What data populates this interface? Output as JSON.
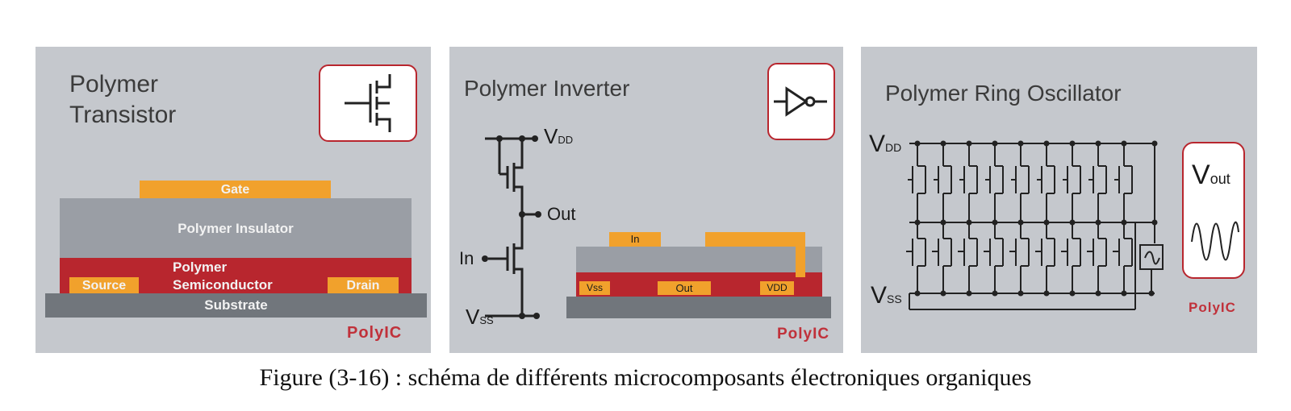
{
  "panels": [
    {
      "title_line1": "Polymer",
      "title_line2": "Transistor",
      "layers": {
        "gate": "Gate",
        "insulator": "Polymer Insulator",
        "semiconductor_line1": "Polymer",
        "semiconductor_line2": "Semiconductor",
        "source": "Source",
        "drain": "Drain",
        "substrate": "Substrate"
      },
      "logo": "PolyIC"
    },
    {
      "title": "Polymer Inverter",
      "labels": {
        "vdd_main": "V",
        "vdd_sub": "DD",
        "out": "Out",
        "in": "In",
        "vss_main": "V",
        "vss_sub": "SS"
      },
      "layout_labels": {
        "in": "In",
        "vss": "Vss",
        "out": "Out",
        "vdd": "VDD"
      },
      "logo": "PolyIC"
    },
    {
      "title": "Polymer Ring Oscillator",
      "labels": {
        "vdd_main": "V",
        "vdd_sub": "DD",
        "vss_main": "V",
        "vss_sub": "SS",
        "vout_main": "V",
        "vout_sub": "out"
      },
      "logo": "PolyIC"
    }
  ],
  "caption": "Figure (3-16) : schéma de différents microcomposants électroniques organiques",
  "colors": {
    "panel_bg": "#c5c8cd",
    "orange": "#f1a12c",
    "red": "#b8262e",
    "insulator": "#9a9ea5",
    "substrate": "#71767c",
    "logo": "#c0313a"
  }
}
